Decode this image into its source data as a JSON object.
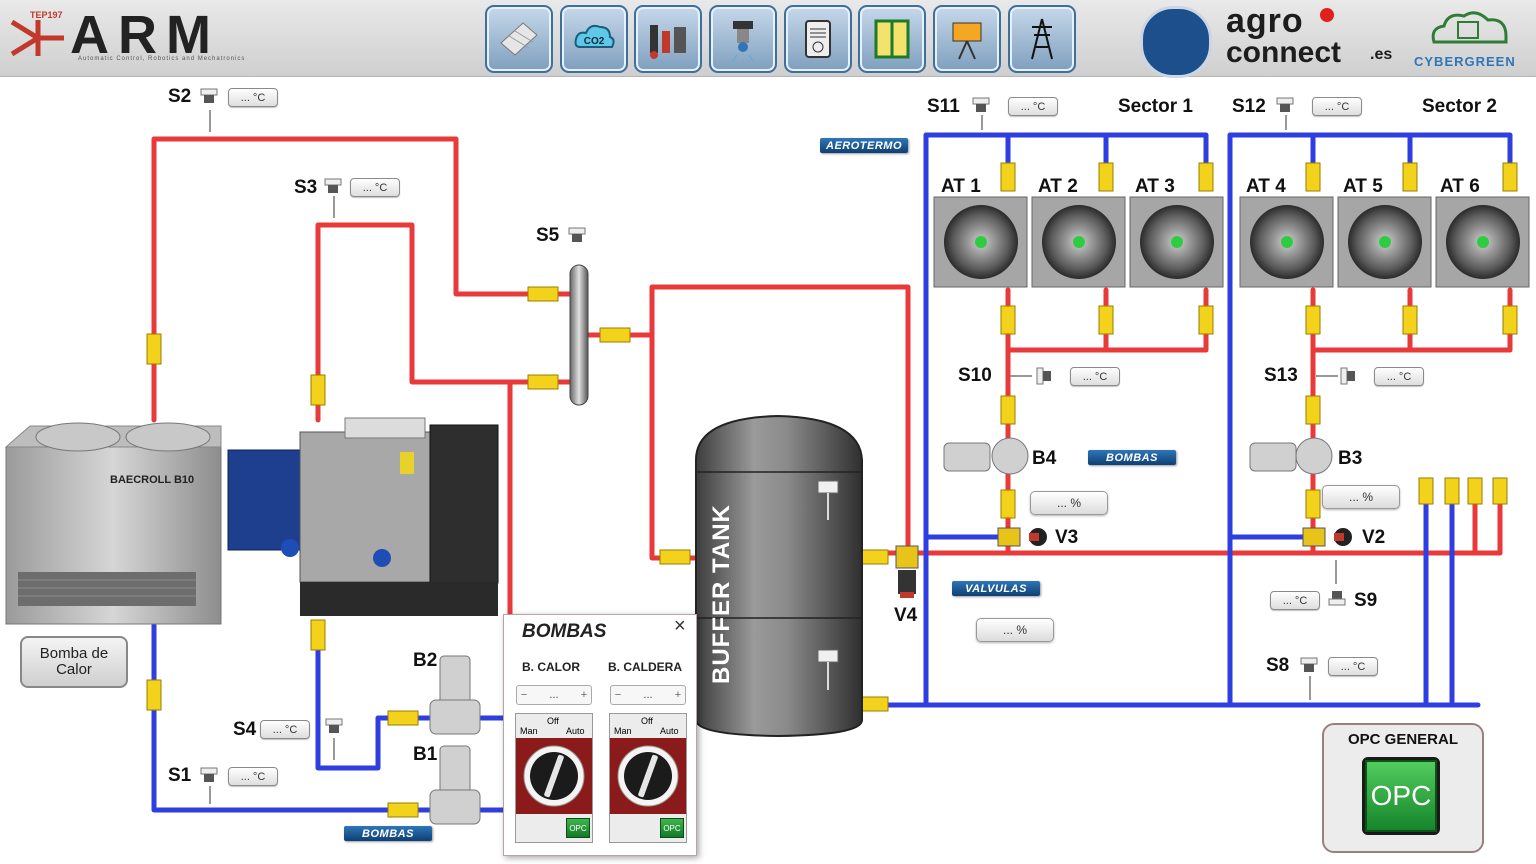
{
  "brand": {
    "small": "TEP197",
    "name": "ARM",
    "tagline": "Automatic Control, Robotics and Mechatronics"
  },
  "partners": {
    "agro_line1": "agro",
    "agro_line2": "connect",
    "agro_suffix": ".es",
    "cyber": "CYBERGREEN"
  },
  "nav": [
    {
      "name": "roof-panel-icon"
    },
    {
      "name": "co2-cloud-icon"
    },
    {
      "name": "lab-instruments-icon"
    },
    {
      "name": "irrigation-icon"
    },
    {
      "name": "climate-unit-icon"
    },
    {
      "name": "window-icon"
    },
    {
      "name": "heat-lamp-icon"
    },
    {
      "name": "power-tower-icon"
    }
  ],
  "sensors": {
    "S1": {
      "label": "S1",
      "value": "... °C"
    },
    "S2": {
      "label": "S2",
      "value": "... °C"
    },
    "S3": {
      "label": "S3",
      "value": "... °C"
    },
    "S4": {
      "label": "S4",
      "value": "... °C"
    },
    "S5": {
      "label": "S5"
    },
    "S8": {
      "label": "S8",
      "value": "... °C"
    },
    "S9": {
      "label": "S9",
      "value": "... °C"
    },
    "S10": {
      "label": "S10",
      "value": "... °C"
    },
    "S11": {
      "label": "S11",
      "value": "... °C"
    },
    "S12": {
      "label": "S12",
      "value": "... °C"
    },
    "S13": {
      "label": "S13",
      "value": "... °C"
    }
  },
  "sectors": {
    "s1": "Sector 1",
    "s2": "Sector 2"
  },
  "aerotermos": [
    "AT 1",
    "AT 2",
    "AT 3",
    "AT 4",
    "AT 5",
    "AT 6"
  ],
  "tags": {
    "aerotermo": "AEROTERMO",
    "bombas_right": "BOMBAS",
    "valvulas": "VALVULAS",
    "bombas_bottom": "BOMBAS"
  },
  "pumps": {
    "B1": "B1",
    "B2": "B2",
    "B3": "B3",
    "B4": "B4",
    "B3_value": "... %",
    "B4_value": "... %"
  },
  "valves": {
    "V2": "V2",
    "V3": "V3",
    "V4": "V4",
    "V4_value": "... %"
  },
  "equipment": {
    "heatpump_name": "BAECROLL B10",
    "heatpump_button": [
      "Bomba de",
      "Calor"
    ],
    "tank": "BUFFER TANK"
  },
  "popup": {
    "title": "BOMBAS",
    "close": "×",
    "col1": {
      "title": "B. CALOR",
      "minus": "−",
      "value": "...",
      "plus": "+",
      "off": "Off",
      "man": "Man",
      "auto": "Auto",
      "opc": "OPC"
    },
    "col2": {
      "title": "B. CALDERA",
      "minus": "−",
      "value": "...",
      "plus": "+",
      "off": "Off",
      "man": "Man",
      "auto": "Auto",
      "opc": "OPC"
    }
  },
  "opc_general": {
    "title": "OPC GENERAL",
    "button": "OPC"
  },
  "colors": {
    "hot": "#e83a3a",
    "cold": "#2f3ee0",
    "tag": "#1b5a96",
    "opc": "#1f9a35"
  }
}
